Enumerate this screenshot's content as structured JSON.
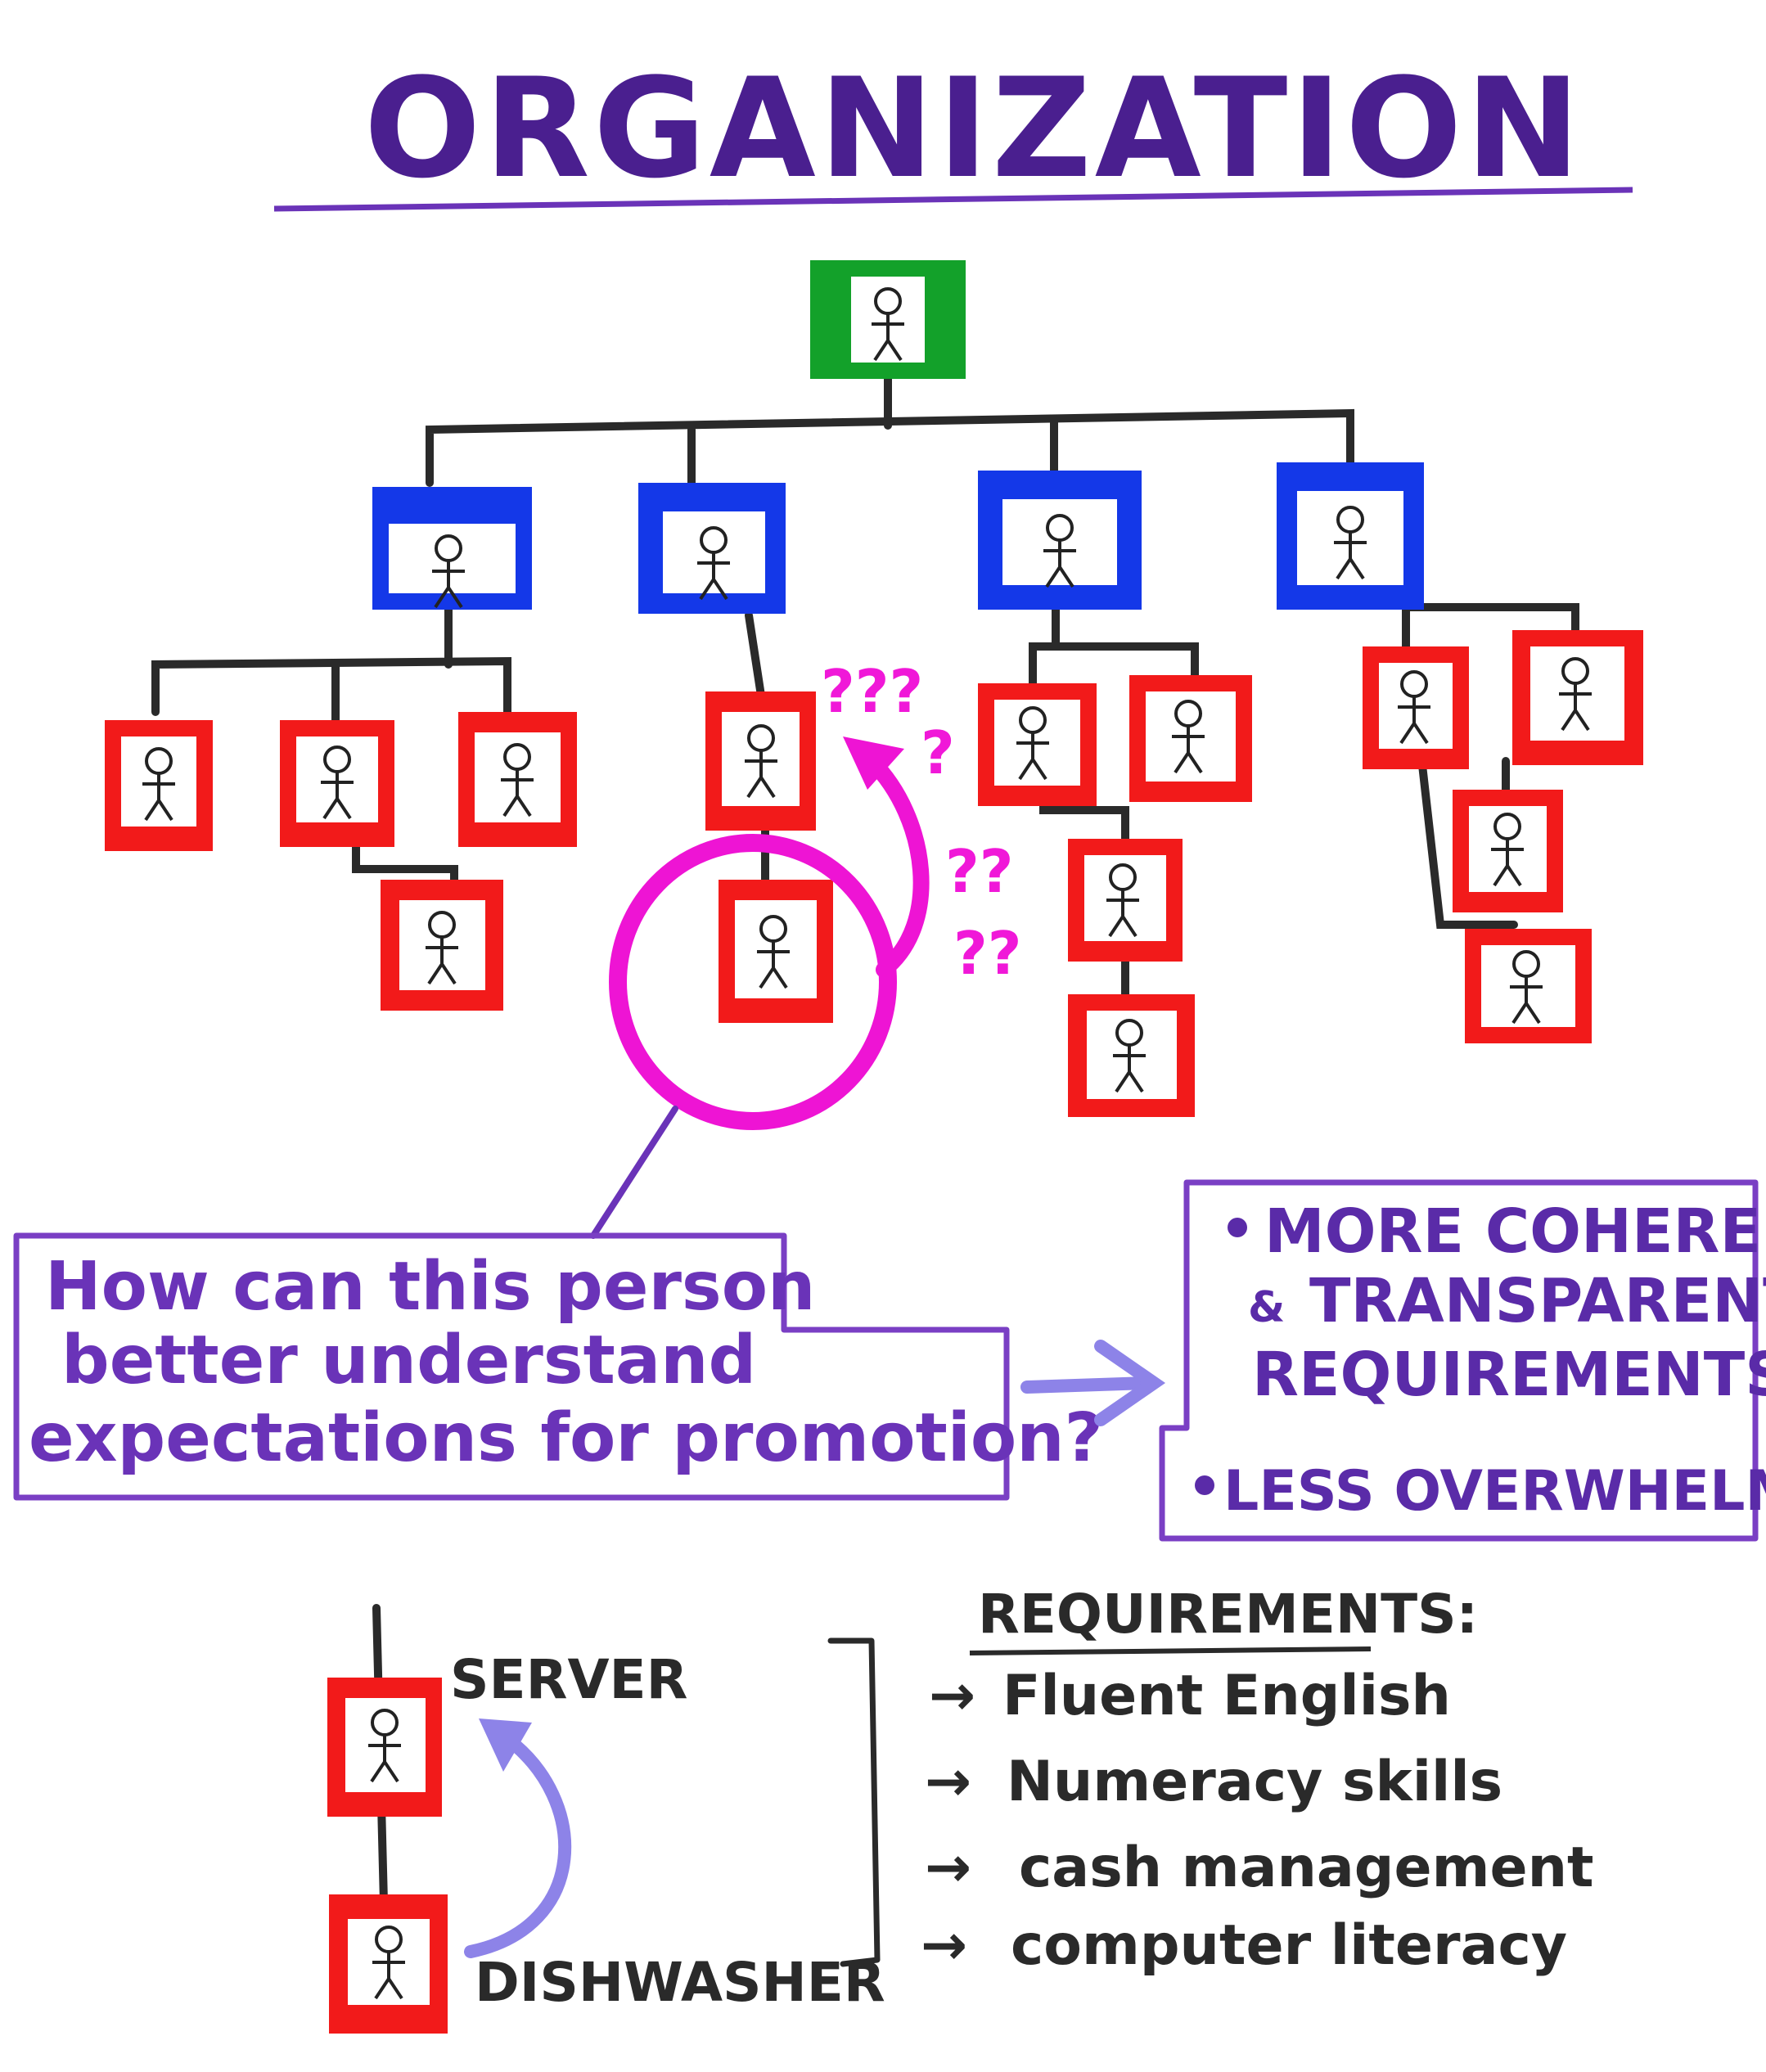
{
  "title": "ORGANIZATION",
  "question": {
    "lines": [
      "How can this person",
      "better understand",
      "expectations for promotion?"
    ]
  },
  "answer": {
    "bullets": [
      {
        "lines": [
          "MORE COHERENT",
          "TRANSPARENT",
          "REQUIREMENTS"
        ],
        "amp": "&"
      },
      {
        "lines": [
          "LESS OVERWHELMING"
        ]
      }
    ]
  },
  "confusion_marks": {
    "top": "???",
    "side1": "?",
    "side2": "??",
    "side3": "??"
  },
  "example": {
    "upper_role": "SERVER",
    "lower_role": "DISHWASHER",
    "requirements_heading": "REQUIREMENTS:",
    "requirements": [
      "Fluent English",
      "Numeracy skills",
      "cash management",
      "computer literacy"
    ]
  },
  "colors": {
    "executive": "#13a12a",
    "manager": "#1438e8",
    "staff": "#f21a1a",
    "highlight": "#ee14d4",
    "ink_purple": "#5a2ba8",
    "title_purple": "#4a1f8f",
    "connector": "#2a2a2a",
    "arrow_lilac": "#8d83e8"
  },
  "icons": {
    "person": "stick-figure-icon",
    "arrow": "arrow-right-icon",
    "curved_arrow": "curved-arrow-icon"
  }
}
